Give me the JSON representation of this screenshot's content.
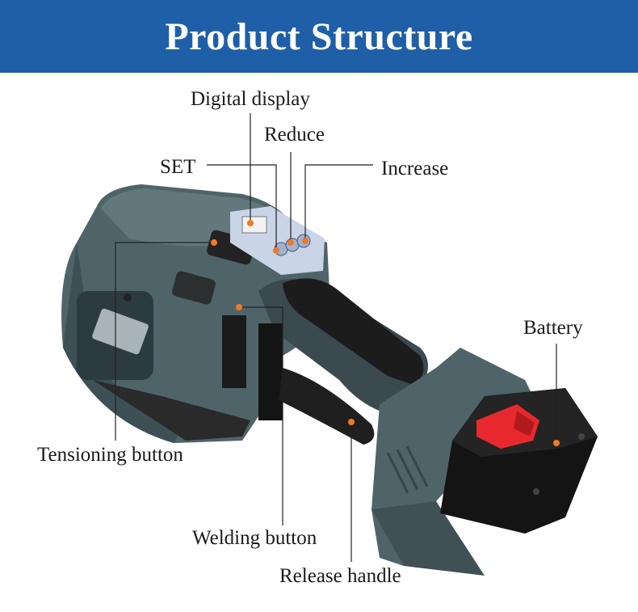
{
  "banner": {
    "title": "Product Structure"
  },
  "colors": {
    "banner": "#1f5fa8",
    "body": "#4f6469",
    "dot": "#f07a22",
    "battery_red": "#e8282f"
  },
  "labels": {
    "digital_display": "Digital display",
    "reduce": "Reduce",
    "set": "SET",
    "increase": "Increase",
    "battery": "Battery",
    "tensioning_button": "Tensioning button",
    "welding_button": "Welding button",
    "release_handle": "Release handle"
  }
}
